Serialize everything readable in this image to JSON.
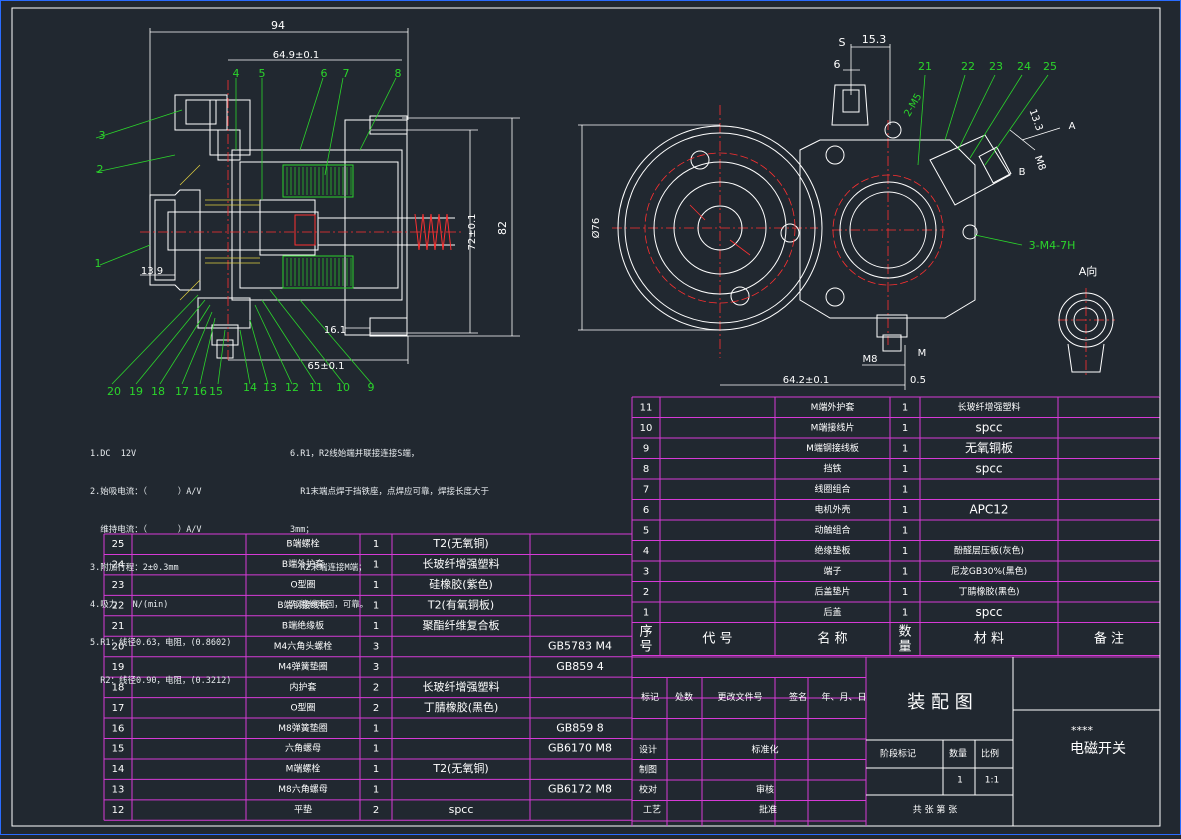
{
  "drawing": {
    "part_labels_left": [
      "1",
      "2",
      "3",
      "4",
      "5",
      "6",
      "7",
      "8",
      "9",
      "10",
      "11",
      "12",
      "13",
      "14",
      "15",
      "16",
      "17",
      "18",
      "19",
      "20"
    ],
    "part_labels_right": [
      "21",
      "22",
      "23",
      "24",
      "25"
    ],
    "dims_left": {
      "d94": "94",
      "d649": "64.9±0.1",
      "d65": "65±0.1",
      "d161": "16.1",
      "d139": "13.9",
      "d72": "72±0.1",
      "d82": "82"
    },
    "dims_right": {
      "s": "S",
      "d153": "15.3",
      "d6": "6",
      "m5": "2-M5",
      "d133": "13.3",
      "a": "A",
      "b": "B",
      "m8": "M8",
      "m4": "3-M4-7H",
      "d76": "Ø76",
      "d642": "64.2±0.1",
      "d05": "0.5",
      "m8b": "M8",
      "m": "M",
      "view": "A向"
    }
  },
  "notes_left": [
    "1.DC  12V",
    "2.始吸电流：（      ）A/V",
    "  维持电流：（      ）A/V",
    "3.附加行程：2±0.3mm",
    "4.吸力   N/(min)",
    "5.R1：线径0.63，电阻，(0.8602)",
    "  R2：线径0.90，电阻，(0.3212)"
  ],
  "notes_right": [
    "6.R1，R2线始端并联接连接S端，",
    "  R1末端点焊于挡铁座，点焊应可靠，焊接长度大于",
    "3mm；",
    "  R2末端连接M端；",
    "7.接线牢固，可靠。"
  ],
  "bom_right": {
    "rows": [
      [
        "11",
        "",
        "M端外护套",
        "1",
        "长玻纤增强塑料",
        ""
      ],
      [
        "10",
        "",
        "M端接线片",
        "1",
        "spcc",
        ""
      ],
      [
        "9",
        "",
        "M端钢接线板",
        "1",
        "无氧铜板",
        ""
      ],
      [
        "8",
        "",
        "挡铁",
        "1",
        "spcc",
        ""
      ],
      [
        "7",
        "",
        "线圈组合",
        "1",
        "",
        ""
      ],
      [
        "6",
        "",
        "电机外壳",
        "1",
        "APC12",
        ""
      ],
      [
        "5",
        "",
        "动触组合",
        "1",
        "",
        ""
      ],
      [
        "4",
        "",
        "绝缘垫板",
        "1",
        "酚醛层压板(灰色)",
        ""
      ],
      [
        "3",
        "",
        "端子",
        "1",
        "尼龙GB30%(黑色)",
        ""
      ],
      [
        "2",
        "",
        "后盖垫片",
        "1",
        "丁腈橡胶(黑色)",
        ""
      ],
      [
        "1",
        "",
        "后盖",
        "1",
        "spcc",
        ""
      ]
    ],
    "header": [
      "序\n号",
      "代    号",
      "名    称",
      "数\n量",
      "材    料",
      "备    注"
    ]
  },
  "bom_left": {
    "rows": [
      [
        "25",
        "",
        "B端螺栓",
        "1",
        "T2(无氧铜)",
        ""
      ],
      [
        "24",
        "",
        "B端外护套",
        "1",
        "长玻纤增强塑料",
        ""
      ],
      [
        "23",
        "",
        "O型圈",
        "1",
        "硅橡胶(紫色)",
        ""
      ],
      [
        "22",
        "",
        "B端钢接线板",
        "1",
        "T2(有氧铜板)",
        ""
      ],
      [
        "21",
        "",
        "B端绝缘板",
        "1",
        "聚酯纤维复合板",
        ""
      ],
      [
        "20",
        "",
        "M4六角头螺栓",
        "3",
        "",
        "GB5783  M4"
      ],
      [
        "19",
        "",
        "M4弹簧垫圈",
        "3",
        "",
        "GB859   4"
      ],
      [
        "18",
        "",
        "内护套",
        "2",
        "长玻纤增强塑料",
        ""
      ],
      [
        "17",
        "",
        "O型圈",
        "2",
        "丁腈橡胶(黑色)",
        ""
      ],
      [
        "16",
        "",
        "M8弹簧垫圈",
        "1",
        "",
        "GB859   8"
      ],
      [
        "15",
        "",
        "六角螺母",
        "1",
        "",
        "GB6170  M8"
      ],
      [
        "14",
        "",
        "M端螺栓",
        "1",
        "T2(无氧铜)",
        ""
      ],
      [
        "13",
        "",
        "M8六角螺母",
        "1",
        "",
        "GB6172  M8"
      ],
      [
        "12",
        "",
        "平垫",
        "2",
        "spcc",
        ""
      ]
    ]
  },
  "title_block": {
    "drawing_name": "装 配 图",
    "company": "****",
    "product": "电磁开关",
    "row_labels": [
      "标记",
      "处数",
      "更改文件号",
      "签名",
      "年、月、日"
    ],
    "design": "设计",
    "standard": "标准化",
    "draw": "制图",
    "check": "校对",
    "review": "审核",
    "craft": "工艺",
    "approve": "批准",
    "stage": "阶段标记",
    "qty": "数量",
    "scale": "比例",
    "qty_val": "1",
    "scale_val": "1:1",
    "sheets": "共    张    第    张"
  }
}
